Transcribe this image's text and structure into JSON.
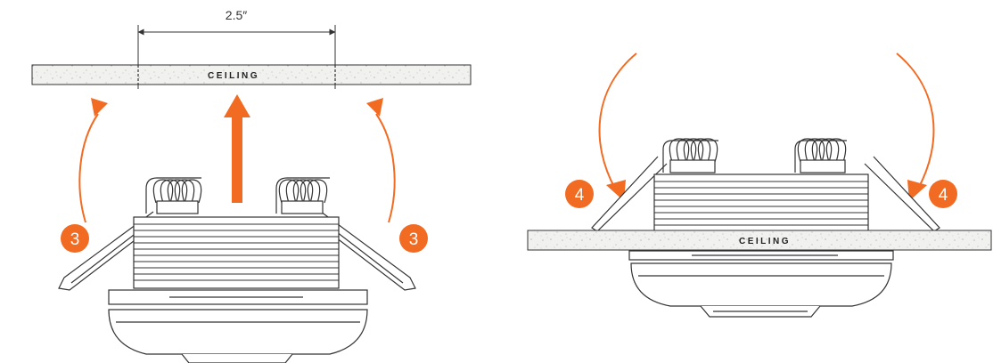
{
  "dimension": {
    "label": "2.5″"
  },
  "ceiling_label": "CEILING",
  "steps": {
    "raise": "3",
    "lock": "4"
  },
  "colors": {
    "accent": "#F26B22",
    "line": "#333333",
    "ceiling_fill": "#F0F0EE"
  }
}
